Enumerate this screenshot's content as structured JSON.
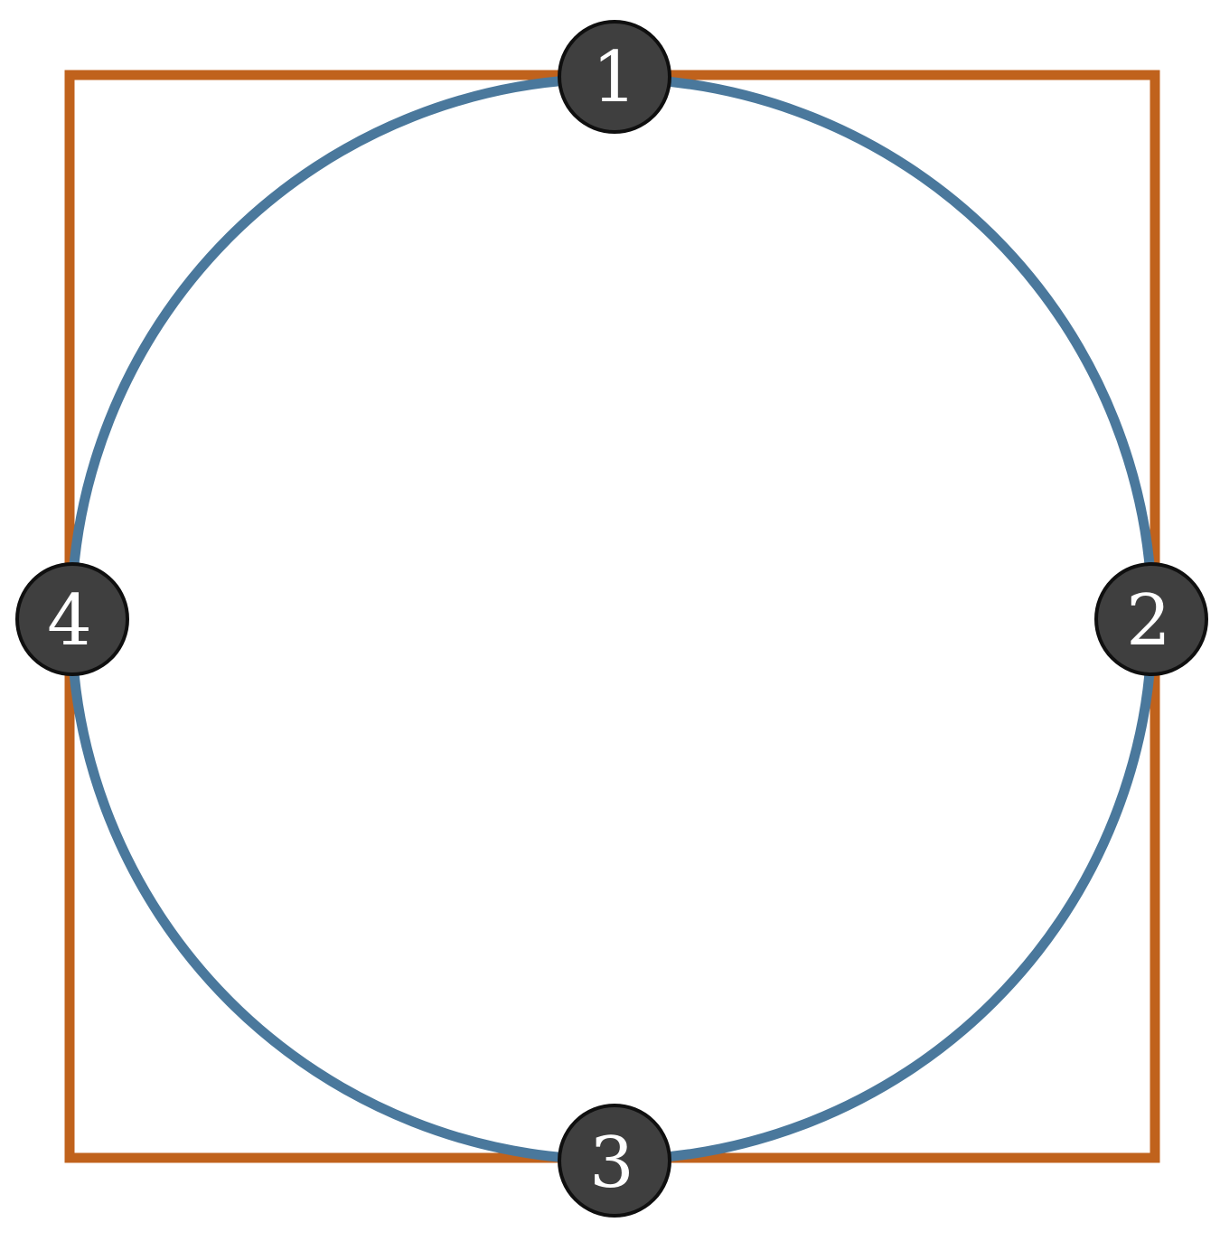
{
  "diagram": {
    "colors": {
      "square_stroke": "#C0621C",
      "circle_stroke": "#4A789C",
      "marker_fill": "#3F3F3F",
      "marker_stroke": "#0F0F0F",
      "marker_text": "#FFFFFF",
      "background": "#FFFFFF"
    },
    "markers": [
      {
        "id": "top",
        "label": "1"
      },
      {
        "id": "right",
        "label": "2"
      },
      {
        "id": "bottom",
        "label": "3"
      },
      {
        "id": "left",
        "label": "4"
      }
    ]
  }
}
